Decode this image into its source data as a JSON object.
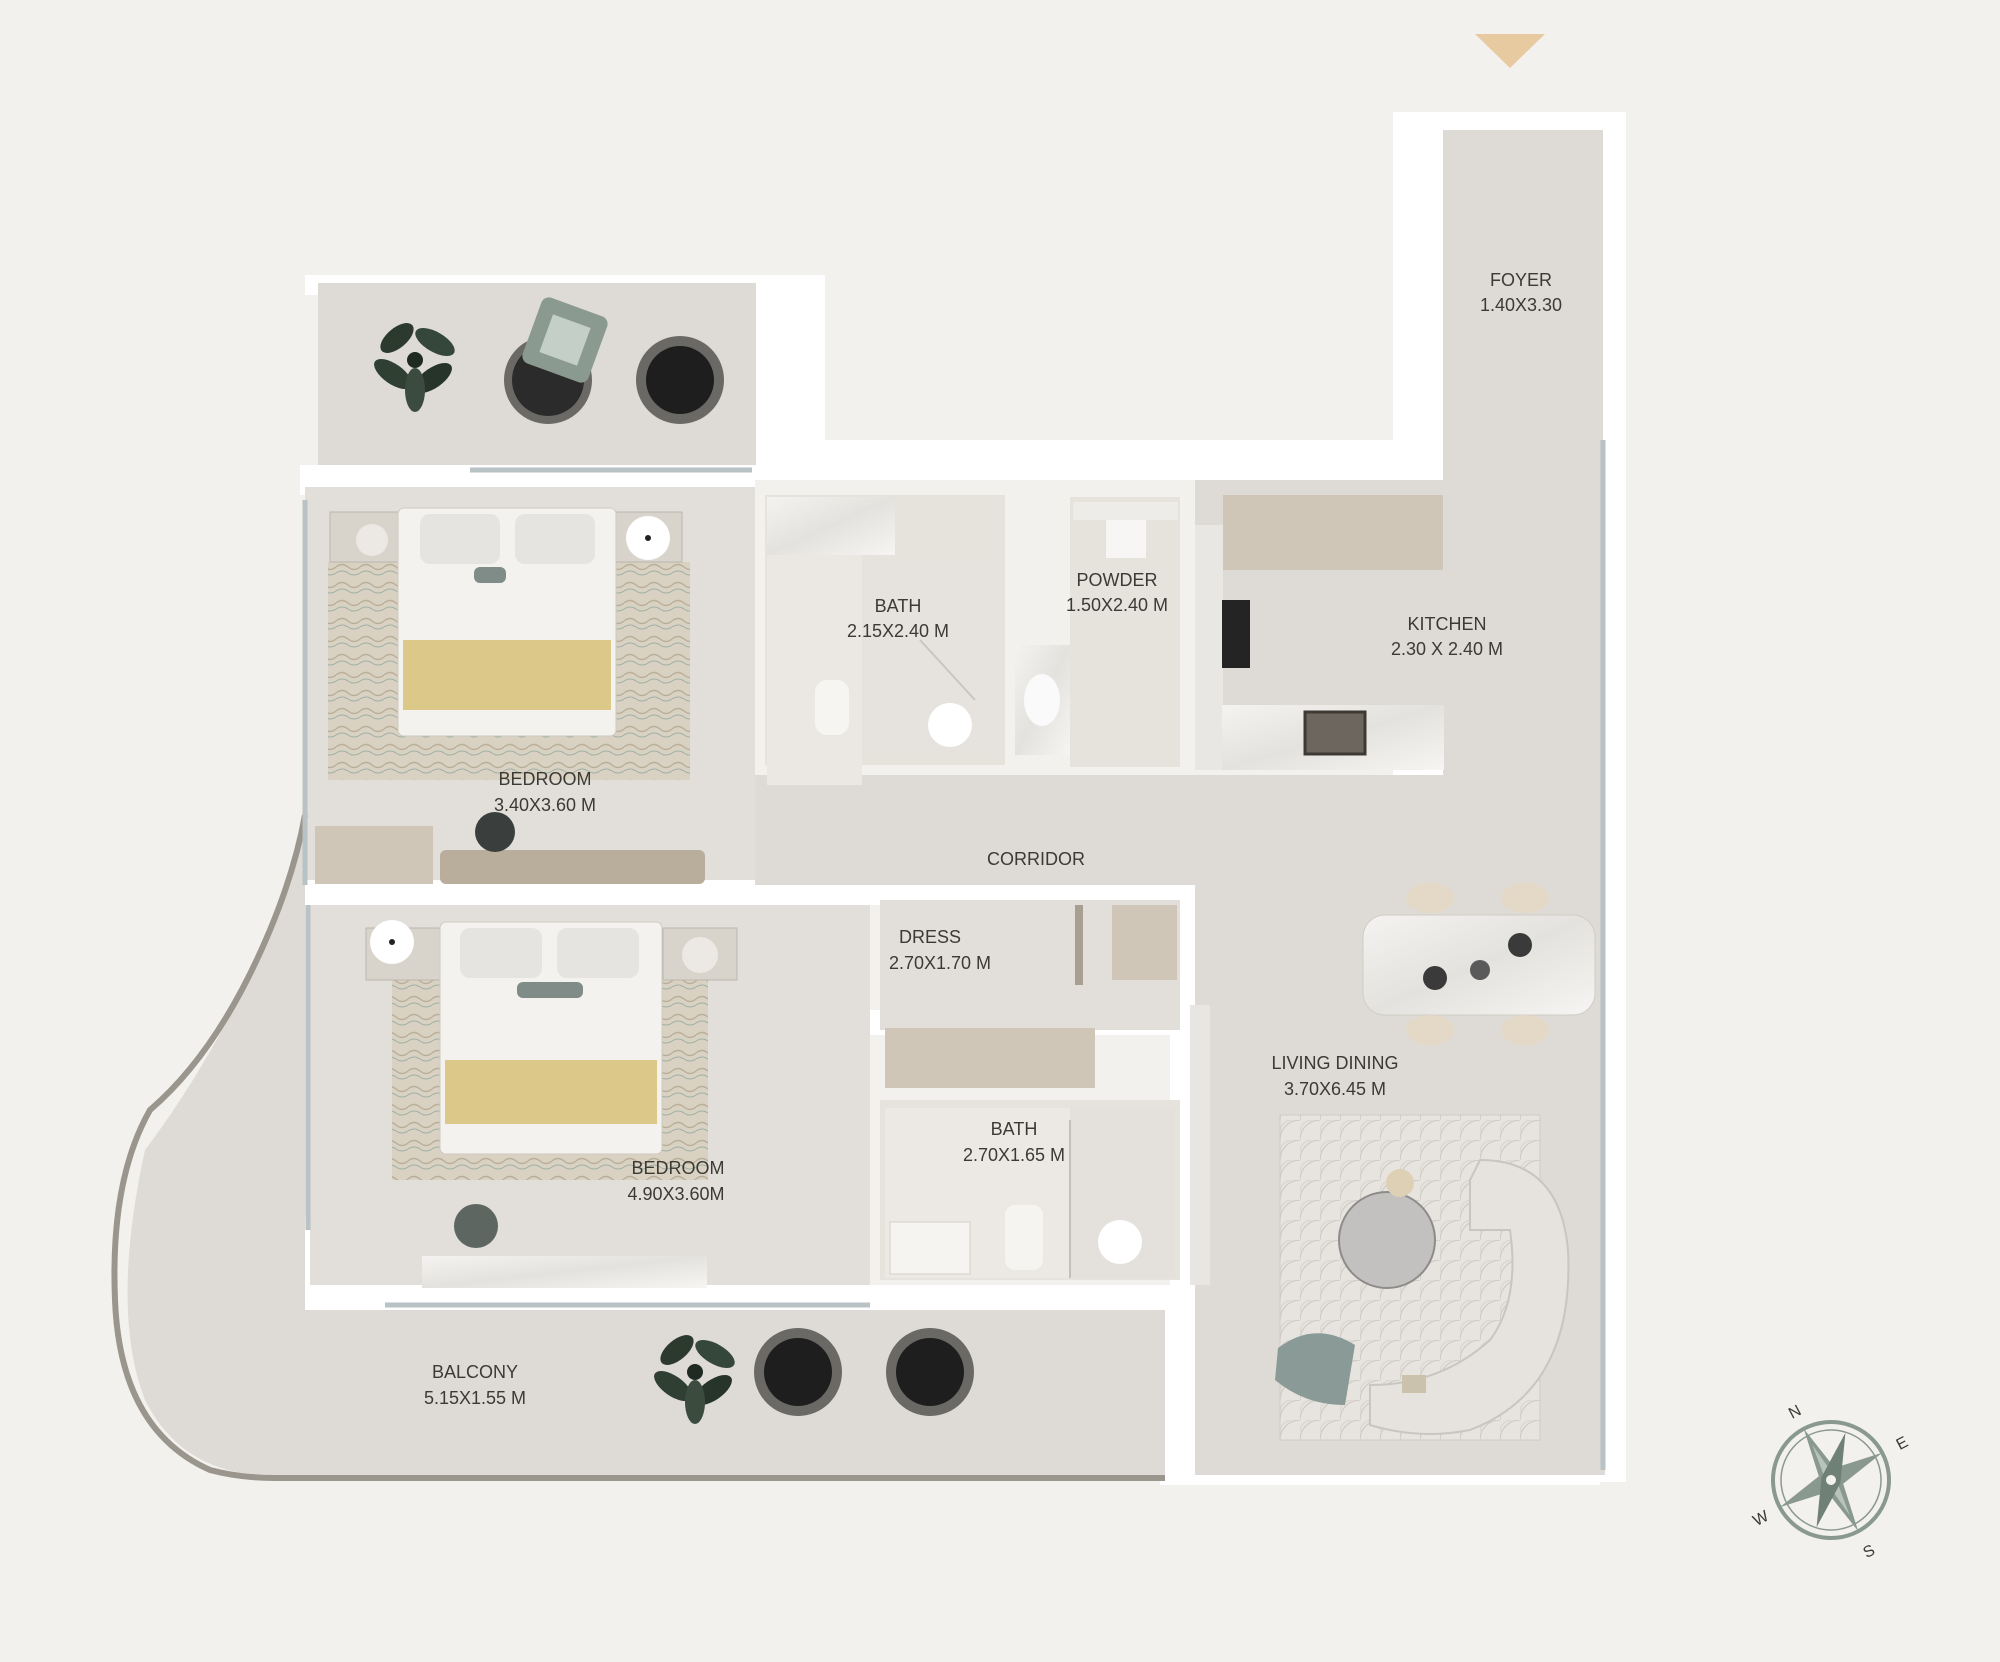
{
  "plan": {
    "rooms": {
      "foyer": {
        "name": "FOYER",
        "size": "1.40X3.30"
      },
      "kitchen": {
        "name": "KITCHEN",
        "size": "2.30 X 2.40 M"
      },
      "bath_1": {
        "name": "BATH",
        "size": "2.15X2.40 M"
      },
      "powder": {
        "name": "POWDER",
        "size": "1.50X2.40 M"
      },
      "bedroom_1": {
        "name": "BEDROOM",
        "size": "3.40X3.60 M"
      },
      "corridor": {
        "name": "CORRIDOR"
      },
      "dress": {
        "name": "DRESS",
        "size": "2.70X1.70 M"
      },
      "bedroom_2": {
        "name": "BEDROOM",
        "size": "4.90X3.60M"
      },
      "bath_2": {
        "name": "BATH",
        "size": "2.70X1.65 M"
      },
      "living_dining": {
        "name": "LIVING DINING",
        "size": "3.70X6.45 M"
      },
      "balcony": {
        "name": "BALCONY",
        "size": "5.15X1.55 M"
      }
    },
    "compass": {
      "n": "N",
      "e": "E",
      "s": "S",
      "w": "W"
    }
  },
  "colors": {
    "background": "#f3f1ed",
    "floor": "#dedbd6",
    "wall": "#ffffff",
    "wood": "#cfc6b8",
    "bedspread": "#dcc98a",
    "accent_dark": "#232323",
    "sage": "#8a9990",
    "entry_marker": "#e8caa0"
  }
}
